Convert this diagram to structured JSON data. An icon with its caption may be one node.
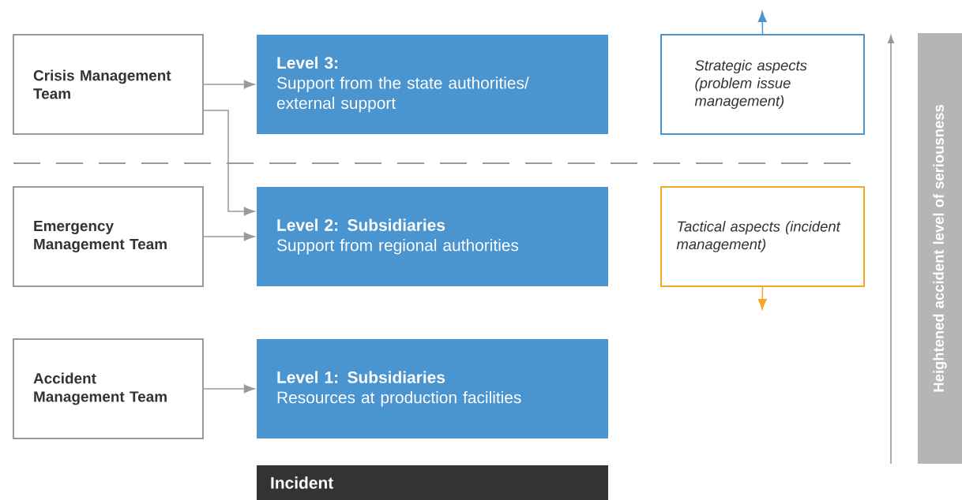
{
  "diagram": {
    "nodes": [
      {
        "text": [
          "Crisis Management Team"
        ]
      },
      {
        "text": [
          "Level 3:",
          "Support from the state authorities/ external support"
        ]
      },
      {
        "text": [
          "Strategic aspects (problem issue management)"
        ]
      },
      {
        "text": [
          "Emergency Management Team"
        ]
      },
      {
        "text": [
          "Level 2: Subsidiaries",
          "Support from regional authorities"
        ]
      },
      {
        "text": [
          "Tactical aspects (incident management)"
        ]
      },
      {
        "text": [
          "Accident Management Team"
        ]
      },
      {
        "text": [
          "Level 1: Subsidiaries",
          "Resources at production facilities"
        ]
      },
      {
        "text": [
          "Incident"
        ]
      },
      {
        "text": [
          "Heightened accident level of seriousness"
        ]
      }
    ],
    "edges": [
      {
        "from": 0,
        "to": 1,
        "arrow": "to"
      },
      {
        "from": 0,
        "to": 4,
        "arrow": "to"
      },
      {
        "from": 3,
        "to": 4,
        "arrow": "to"
      },
      {
        "from": 6,
        "to": 7,
        "arrow": "to"
      },
      {
        "from": 2,
        "to": null,
        "arrow": "to",
        "color": "#4a94d0"
      },
      {
        "from": 5,
        "to": null,
        "arrow": "to",
        "color": "#f5a623"
      }
    ]
  }
}
